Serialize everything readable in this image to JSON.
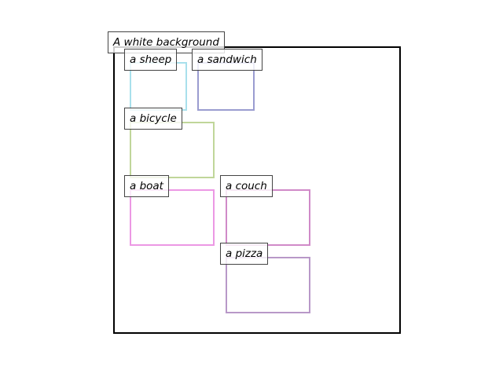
{
  "canvas": {
    "caption": "A white background",
    "background_color": "#ffffff",
    "frame_color": "#000000"
  },
  "objects": [
    {
      "key": "sheep",
      "label": "a sheep",
      "color": "#a8e0ec"
    },
    {
      "key": "sandwich",
      "label": "a sandwich",
      "color": "#9a9cd0"
    },
    {
      "key": "bicycle",
      "label": "a bicycle",
      "color": "#c0d69a"
    },
    {
      "key": "boat",
      "label": "a boat",
      "color": "#ec98e4"
    },
    {
      "key": "couch",
      "label": "a couch",
      "color": "#d08ac8"
    },
    {
      "key": "pizza",
      "label": "a pizza",
      "color": "#b898c8"
    }
  ]
}
